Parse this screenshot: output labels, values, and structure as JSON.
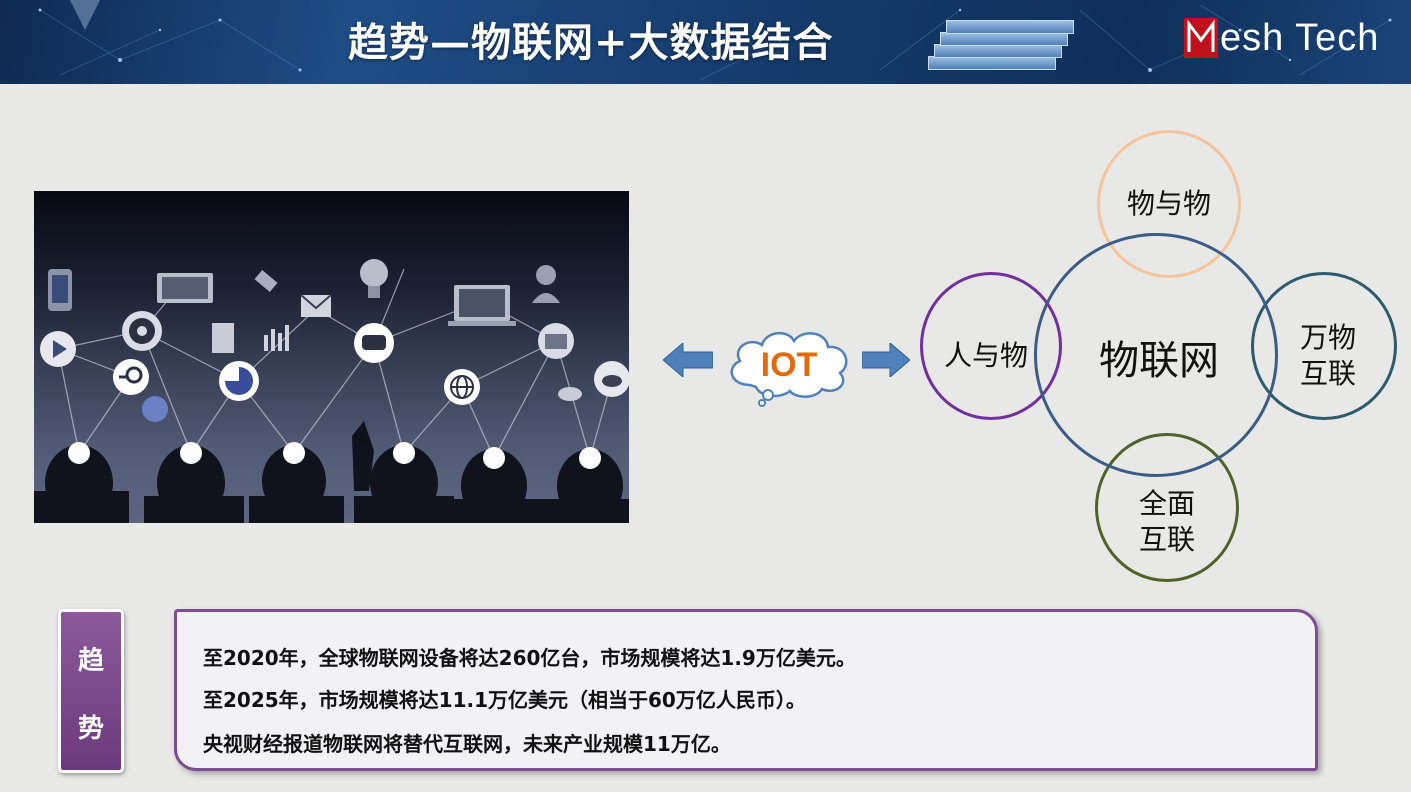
{
  "header": {
    "title": "趋势—物联网+大数据结合",
    "logo_letter": "M",
    "logo_text": "esh Tech",
    "accent": "#1f4d86"
  },
  "photo": {
    "icon_names": [
      "phone-icon",
      "gear-icon",
      "play-icon",
      "search-icon",
      "pie-chart-icon",
      "chat-icon",
      "mail-icon",
      "monitor-icon",
      "lightbulb-icon",
      "globe-icon",
      "cloud-icon",
      "satellite-icon",
      "chart-icon",
      "person-icon"
    ]
  },
  "iot": {
    "label": "IOT",
    "color": "#e36c0a",
    "arrow_color": "#4f81bd"
  },
  "venn": {
    "center": "物联网",
    "top": "物与物",
    "left": "人与物",
    "right_line1": "万物",
    "right_line2": "互联",
    "bottom_line1": "全面",
    "bottom_line2": "互联",
    "colors": {
      "center": "#3c5c88",
      "top": "#f6c49a",
      "left": "#7030a0",
      "right": "#2e5a6e",
      "bottom": "#4f6228"
    }
  },
  "trend": {
    "badge_char1": "趋",
    "badge_char2": "势",
    "lines": [
      "至2020年，全球物联网设备将达260亿台，市场规模将达1.9万亿美元。",
      "至2025年，市场规模将达11.1万亿美元（相当于60万亿人民币）。",
      "央视财经报道物联网将替代互联网，未来产业规模11万亿。"
    ],
    "badge_color": "#6a3a7c",
    "border_color": "#7b4d92"
  }
}
